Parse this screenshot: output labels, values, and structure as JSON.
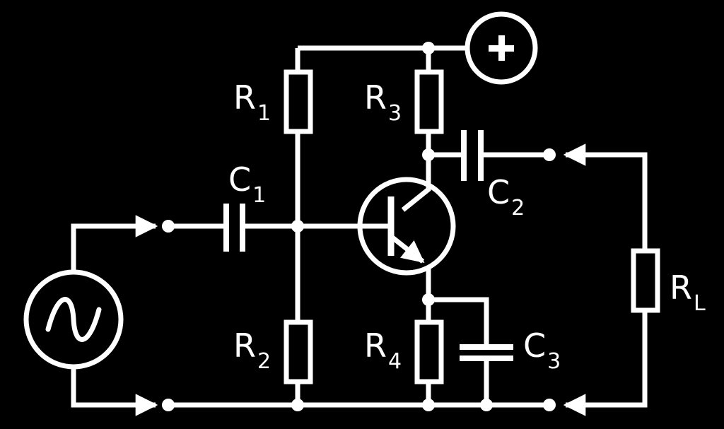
{
  "colors": {
    "background": "#000000",
    "stroke": "#ffffff"
  },
  "labels": {
    "r1": {
      "main": "R",
      "sub": "1"
    },
    "r2": {
      "main": "R",
      "sub": "2"
    },
    "r3": {
      "main": "R",
      "sub": "3"
    },
    "r4": {
      "main": "R",
      "sub": "4"
    },
    "rl": {
      "main": "R",
      "sub": "L"
    },
    "c1": {
      "main": "C",
      "sub": "1"
    },
    "c2": {
      "main": "C",
      "sub": "2"
    },
    "c3": {
      "main": "C",
      "sub": "3"
    }
  },
  "icons": {
    "supply": "plus-sign-icon",
    "source": "sine-wave-icon",
    "transistor": "npn-transistor-icon"
  }
}
